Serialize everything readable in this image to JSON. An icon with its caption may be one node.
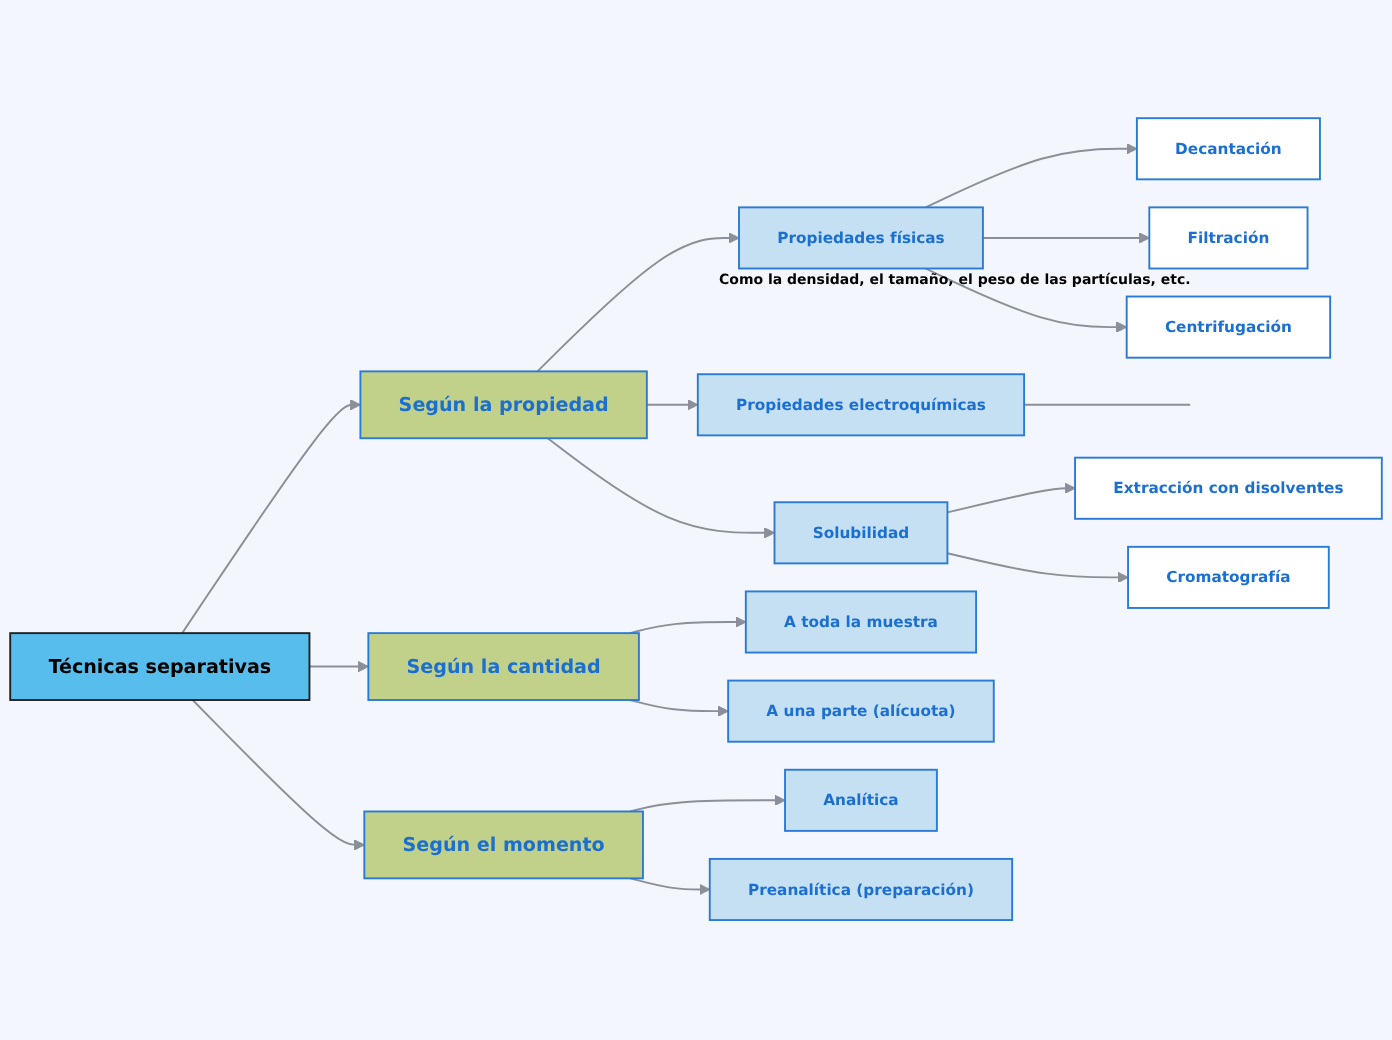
{
  "diagram": {
    "nodes": [
      {
        "text": [
          "Técnicas separativas"
        ]
      },
      {
        "text": [
          "Según la propiedad"
        ]
      },
      {
        "text": [
          "Según la cantidad"
        ]
      },
      {
        "text": [
          "Según el momento"
        ]
      },
      {
        "text": [
          "Propiedades físicas"
        ],
        "beside": [
          "Como la densidad, el tamaño, el peso de las partículas, etc."
        ]
      },
      {
        "text": [
          "Decantación"
        ]
      },
      {
        "text": [
          "Filtración"
        ]
      },
      {
        "text": [
          "Centrifugación"
        ]
      },
      {
        "text": [
          "Propiedades electroquímicas"
        ]
      },
      {
        "text": [
          "Solubilidad"
        ]
      },
      {
        "text": [
          "Extracción con disolventes"
        ]
      },
      {
        "text": [
          "Cromatografía"
        ]
      },
      {
        "text": [
          "A toda la muestra"
        ]
      },
      {
        "text": [
          "A una parte (alícuota)"
        ]
      },
      {
        "text": [
          "Analítica"
        ]
      },
      {
        "text": [
          "Preanalítica (preparación)"
        ]
      }
    ],
    "edges": [
      {
        "from": 0,
        "to": 1,
        "arrow": "to"
      },
      {
        "from": 0,
        "to": 2,
        "arrow": "to"
      },
      {
        "from": 0,
        "to": 3,
        "arrow": "to"
      },
      {
        "from": 1,
        "to": 4,
        "arrow": "to"
      },
      {
        "from": 4,
        "to": 5,
        "arrow": "to"
      },
      {
        "from": 4,
        "to": 6,
        "arrow": "to"
      },
      {
        "from": 4,
        "to": 7,
        "arrow": "to"
      },
      {
        "from": 1,
        "to": 8,
        "arrow": "to"
      },
      {
        "from": 8,
        "to": null,
        "arrow": "none"
      },
      {
        "from": 1,
        "to": 9,
        "arrow": "to"
      },
      {
        "from": 9,
        "to": 10,
        "arrow": "to"
      },
      {
        "from": 9,
        "to": 11,
        "arrow": "to"
      },
      {
        "from": 2,
        "to": 12,
        "arrow": "to"
      },
      {
        "from": 2,
        "to": 13,
        "arrow": "to"
      },
      {
        "from": 3,
        "to": 14,
        "arrow": "to"
      },
      {
        "from": 3,
        "to": 15,
        "arrow": "to"
      }
    ]
  }
}
